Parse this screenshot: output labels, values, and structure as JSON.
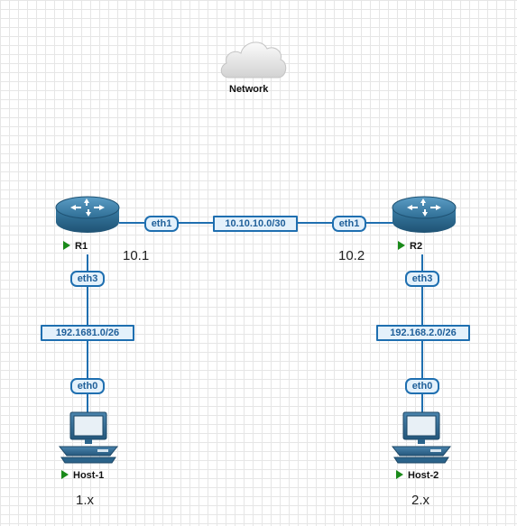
{
  "cloud": {
    "label": "Network",
    "icon": "cloud-icon"
  },
  "routers": {
    "r1": {
      "label": "R1",
      "status": "running",
      "icon": "router-icon"
    },
    "r2": {
      "label": "R2",
      "status": "running",
      "icon": "router-icon"
    }
  },
  "hosts": {
    "h1": {
      "label": "Host-1",
      "status": "running",
      "icon": "computer-icon"
    },
    "h2": {
      "label": "Host-2",
      "status": "running",
      "icon": "computer-icon"
    }
  },
  "interfaces": {
    "r1_eth1": "eth1",
    "r2_eth1": "eth1",
    "r1_eth3": "eth3",
    "r2_eth3": "eth3",
    "h1_eth0": "eth0",
    "h2_eth0": "eth0"
  },
  "networks": {
    "core": "10.10.10.0/30",
    "lan1": "192.1681.0/26",
    "lan2": "192.168.2.0/26"
  },
  "notes": {
    "r1_addr": "10.1",
    "r2_addr": "10.2",
    "h1_addr": "1.x",
    "h2_addr": "2.x"
  },
  "colors": {
    "link": "#1f6fb0",
    "tag_fill": "#e4f1fb",
    "status_running": "#1a8a1a",
    "router_body": "#2f6e95",
    "grid": "#e6e6e6"
  }
}
